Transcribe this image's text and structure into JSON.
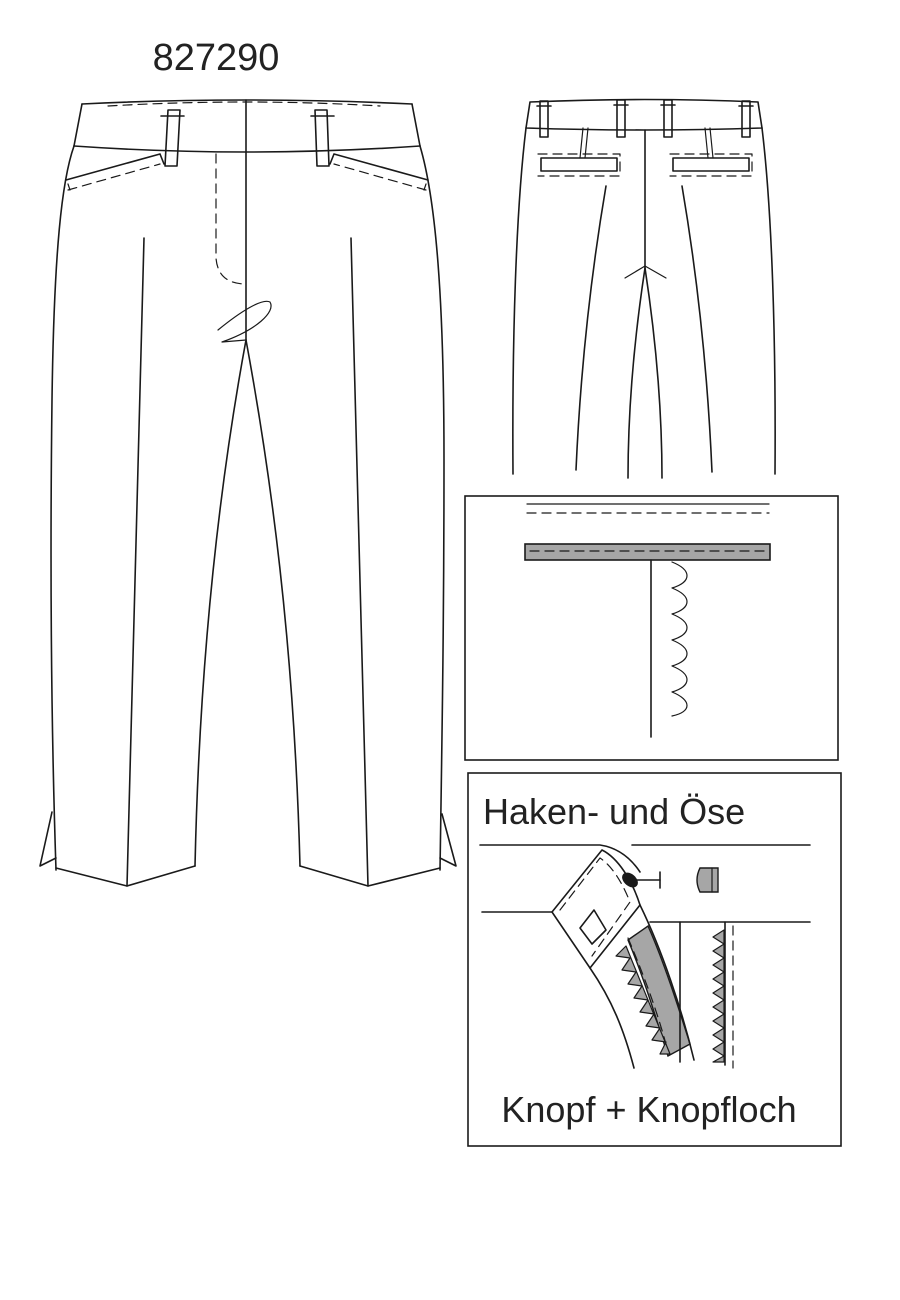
{
  "pattern_number": "827290",
  "detail_top": {},
  "detail_bottom": {
    "label_top": "Haken- und Öse",
    "label_bottom": "Knopf + Knopfloch"
  },
  "colors": {
    "ink": "#1a1a1a",
    "fill_gray": "#a6a6a6",
    "background": "#ffffff"
  }
}
